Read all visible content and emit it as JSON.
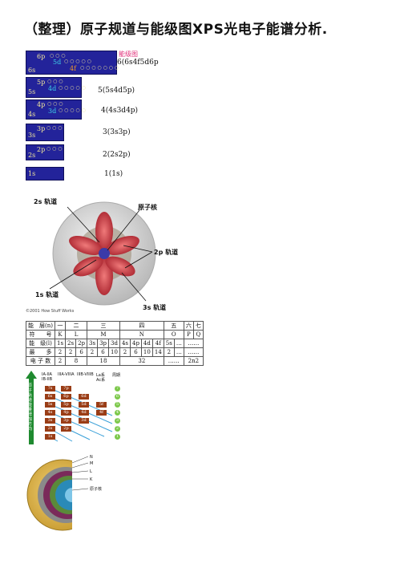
{
  "title": "（整理）原子规道与能级图XPS光电子能谱分析.",
  "energy_diagram": {
    "label": "能级图",
    "rows": [
      {
        "main": "6p",
        "sub": "5d",
        "sub2": "4f",
        "base": "6s",
        "dots_main": "○ ○ ○",
        "dots_sub": "○ ○ ○ ○ ○",
        "dots_sub2": "○ ○ ○ ○ ○ ○ ○",
        "caption": "6(6s4f5d6p"
      },
      {
        "main": "5p",
        "sub": "4d",
        "base": "5s",
        "dots_main": "○ ○ ○",
        "dots_sub": "○ ○ ○ ○ ○",
        "caption": "5(5s4d5p)"
      },
      {
        "main": "4p",
        "sub": "3d",
        "base": "4s",
        "dots_main": "○ ○ ○",
        "dots_sub": "○ ○ ○ ○ ○",
        "caption": "4(4s3d4p)"
      },
      {
        "main": "3p",
        "base": "3s",
        "dots_main": "○ ○ ○",
        "caption": "3(3s3p)"
      },
      {
        "main": "2p",
        "base": "2s",
        "dots_main": "○ ○ ○",
        "caption": "2(2s2p)"
      },
      {
        "base": "1s",
        "caption": "1(1s)"
      }
    ]
  },
  "orbital_figure": {
    "labels": [
      "2s 轨道",
      "原子核",
      "2p 轨道",
      "1s 轨道",
      "3s 轨道"
    ],
    "credit": "©2001 How Stuff Works"
  },
  "shell_table": {
    "rows": [
      [
        "能　层(n)",
        "一",
        "二",
        "",
        "三",
        "",
        "",
        "四",
        "",
        "",
        "",
        "五",
        "",
        "六",
        "七"
      ],
      [
        "符　　号",
        "K",
        "L",
        "",
        "M",
        "",
        "",
        "N",
        "",
        "",
        "",
        "O",
        "",
        "P",
        "Q"
      ],
      [
        "能　级(l)",
        "1s",
        "2s",
        "2p",
        "3s",
        "3p",
        "3d",
        "4s",
        "4p",
        "4d",
        "4f",
        "5s",
        "…",
        "……",
        ""
      ],
      [
        "最　　多",
        "2",
        "2",
        "6",
        "2",
        "6",
        "10",
        "2",
        "6",
        "10",
        "14",
        "2",
        "…",
        "……",
        ""
      ],
      [
        "电 子 数",
        "2",
        "8",
        "",
        "18",
        "",
        "",
        "32",
        "",
        "",
        "",
        "……",
        "",
        "2n2",
        ""
      ]
    ]
  },
  "aufbau": {
    "headers": [
      "IA-IIA",
      "IIIA-VIIIA",
      "IIIB-VIIIB",
      "La系",
      "周期"
    ],
    "sub_headers": [
      "IB-IIB",
      "Ac系"
    ],
    "side_text": "原子轨道能量增加方向",
    "boxes": [
      "7s",
      "7p",
      "6s",
      "6p",
      "6d",
      "5s",
      "5p",
      "5d",
      "5f",
      "4s",
      "4p",
      "4d",
      "4f",
      "3s",
      "3p",
      "3d",
      "2s",
      "2p",
      "1s"
    ],
    "periods": [
      "7",
      "6",
      "5",
      "4",
      "3",
      "2",
      "1"
    ]
  },
  "shell_figure": {
    "labels": [
      "N",
      "M",
      "L",
      "K",
      "原子核"
    ]
  }
}
